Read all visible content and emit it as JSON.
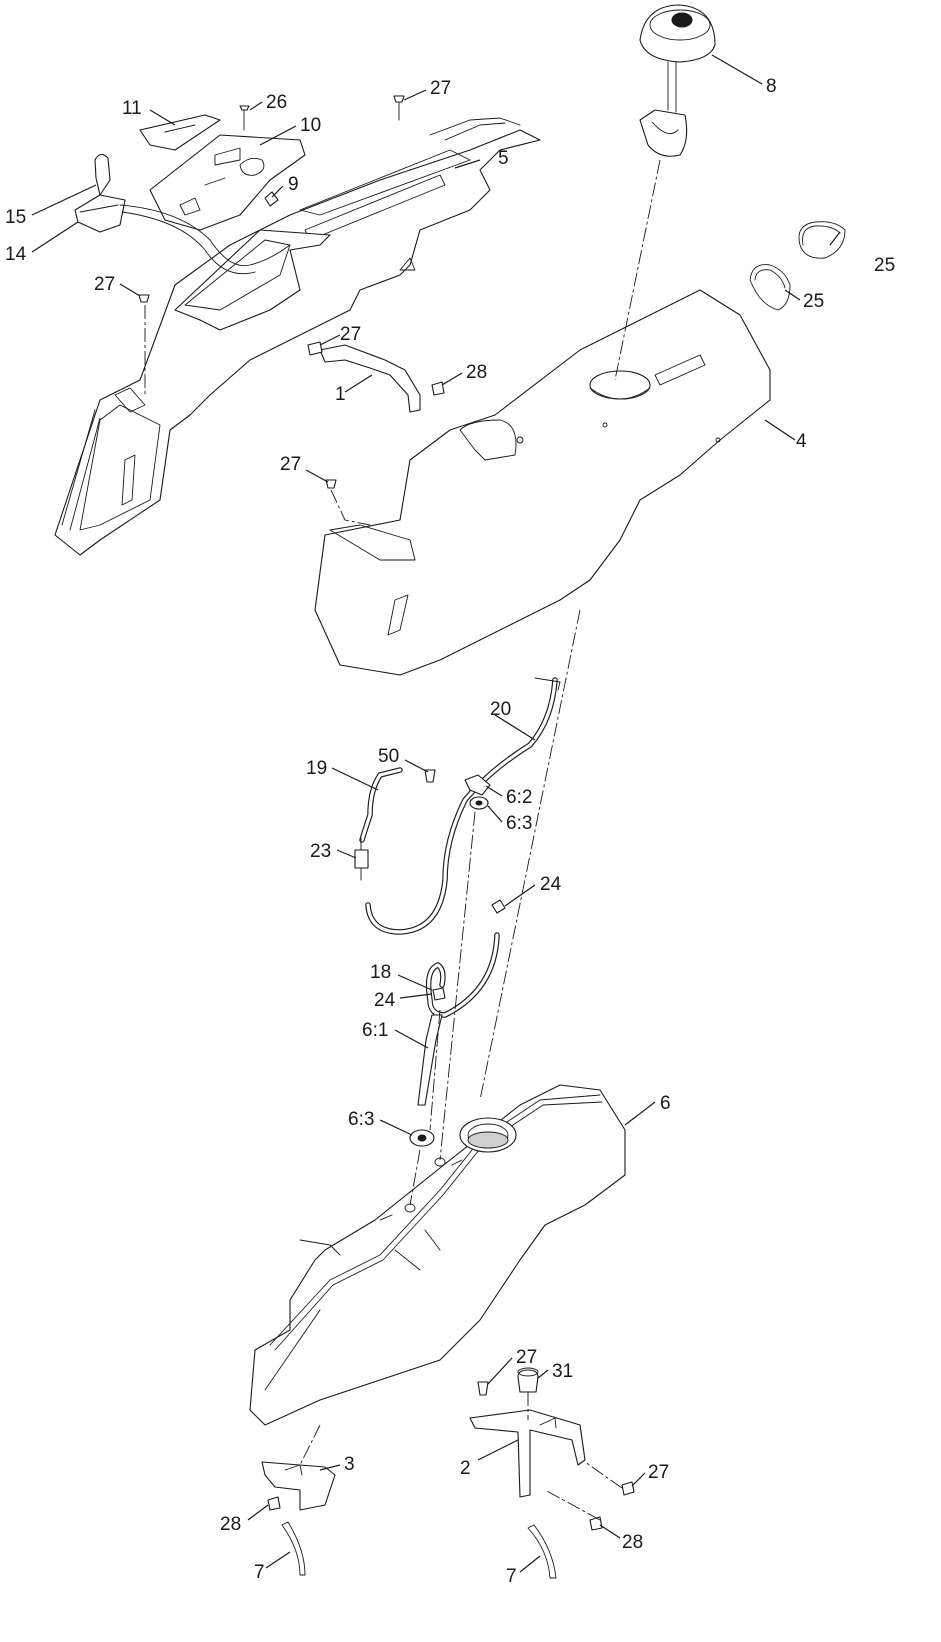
{
  "callouts": {
    "c1": "1",
    "c2": "2",
    "c3": "3",
    "c4": "4",
    "c5": "5",
    "c6": "6",
    "c6_1": "6:1",
    "c6_2": "6:2",
    "c6_3a": "6:3",
    "c6_3b": "6:3",
    "c7a": "7",
    "c7b": "7",
    "c8": "8",
    "c9": "9",
    "c10": "10",
    "c11": "11",
    "c14": "14",
    "c15": "15",
    "c18": "18",
    "c19": "19",
    "c20": "20",
    "c23": "23",
    "c24a": "24",
    "c24b": "24",
    "c25a": "25",
    "c25b": "25",
    "c26": "26",
    "c27a": "27",
    "c27b": "27",
    "c27c": "27",
    "c27d": "27",
    "c27e": "27",
    "c27f": "27",
    "c28a": "28",
    "c28b": "28",
    "c28c": "28",
    "c31": "31",
    "c50": "50"
  }
}
